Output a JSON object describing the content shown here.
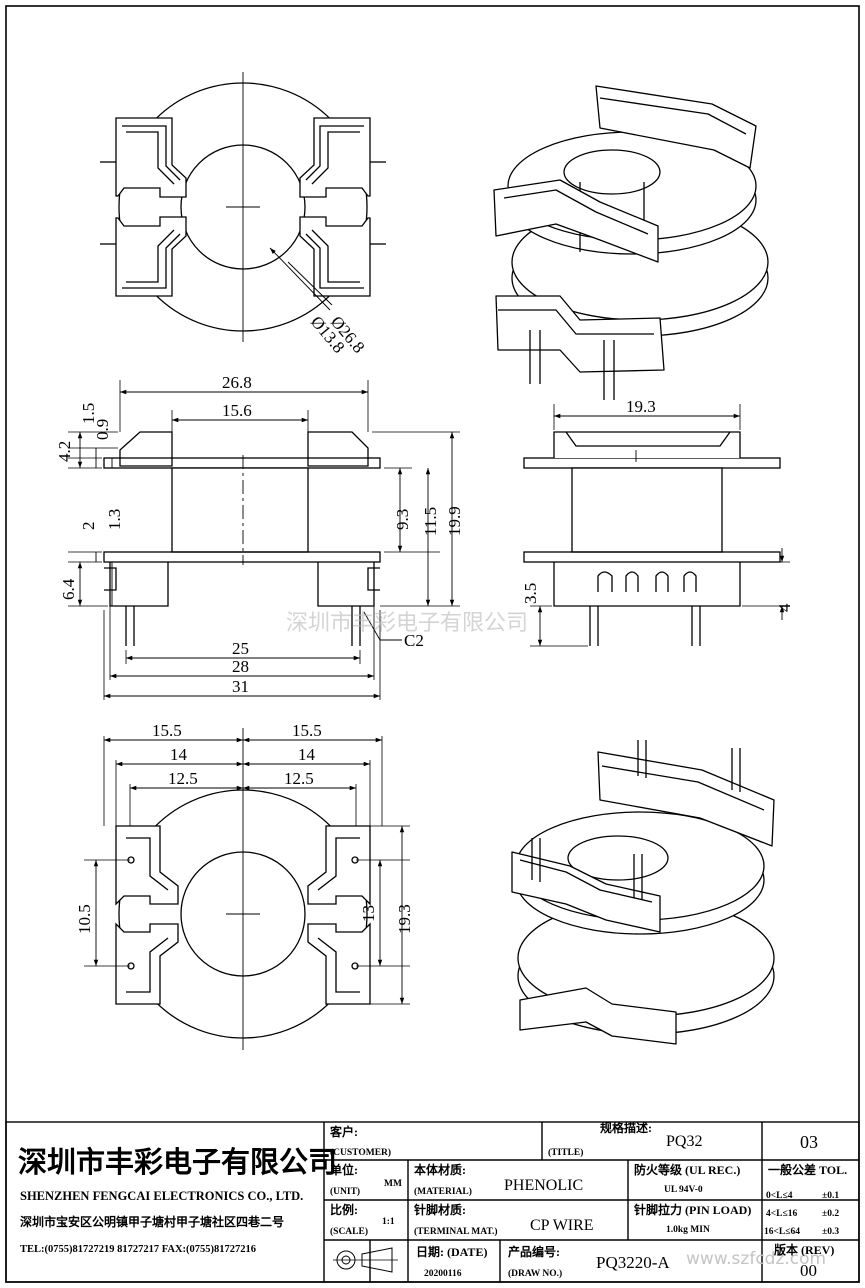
{
  "views": {
    "top": {
      "dims": [
        "Ø26.8",
        "Ø13.8"
      ]
    },
    "front": {
      "dims_top": [
        "26.8",
        "15.6"
      ],
      "dims_left": [
        "1.5",
        "0.9",
        "4.2",
        "1.3",
        "2",
        "6.4"
      ],
      "dims_right": [
        "9.3",
        "11.5",
        "19.9"
      ],
      "dims_bottom": [
        "25",
        "28",
        "31"
      ],
      "chamfer": "C2"
    },
    "side": {
      "dims": [
        "19.3",
        "3.5",
        "4"
      ]
    },
    "bottom": {
      "dims_top": [
        "15.5",
        "15.5",
        "14",
        "14",
        "12.5",
        "12.5"
      ],
      "dims_left": [
        "10.5"
      ],
      "dims_right": [
        "13",
        "19.3"
      ]
    }
  },
  "watermark": "深圳市丰彩电子有限公司",
  "title_block": {
    "company_cn": "深圳市丰彩电子有限公司",
    "company_en": "SHENZHEN FENGCAI ELECTRONICS CO., LTD.",
    "address": "深圳市宝安区公明镇甲子塘村甲子塘社区四巷二号",
    "phone": "TEL:(0755)81727219  81727217   FAX:(0755)81727216",
    "customer_cn": "客户:",
    "customer_en": "(CUSTOMER)",
    "title_cn": "规格描述:",
    "title_en": "(TITLE)",
    "title_value": "PQ32",
    "sheet_no": "03",
    "unit_cn": "单位:",
    "unit_en": "(UNIT)",
    "unit_value": "MM",
    "material_cn": "本体材质:",
    "material_en": "(MATERIAL)",
    "material_value": "PHENOLIC",
    "fire_cn": "防火等级 (UL REC.)",
    "fire_value": "UL 94V-0",
    "tol_title": "一般公差 TOL.",
    "tol_rows": [
      {
        "range": "0<L≤4",
        "tol": "±0.1"
      },
      {
        "range": "4<L≤16",
        "tol": "±0.2"
      },
      {
        "range": "16<L≤64",
        "tol": "±0.3"
      }
    ],
    "scale_cn": "比例:",
    "scale_en": "(SCALE)",
    "scale_value": "1:1",
    "terminal_cn": "针脚材质:",
    "terminal_en": "(TERMINAL MAT.)",
    "terminal_value": "CP WIRE",
    "pinload_cn": "针脚拉力 (PIN LOAD)",
    "pinload_value": "1.0kg MIN",
    "date_cn": "日期: (DATE)",
    "date_value": "20200116",
    "drawno_cn": "产品编号:",
    "drawno_en": "(DRAW NO.)",
    "drawno_value": "PQ3220-A",
    "rev_cn": "版本 (REV)",
    "rev_value": "00",
    "web_mark": "www.szfcdz.com"
  }
}
